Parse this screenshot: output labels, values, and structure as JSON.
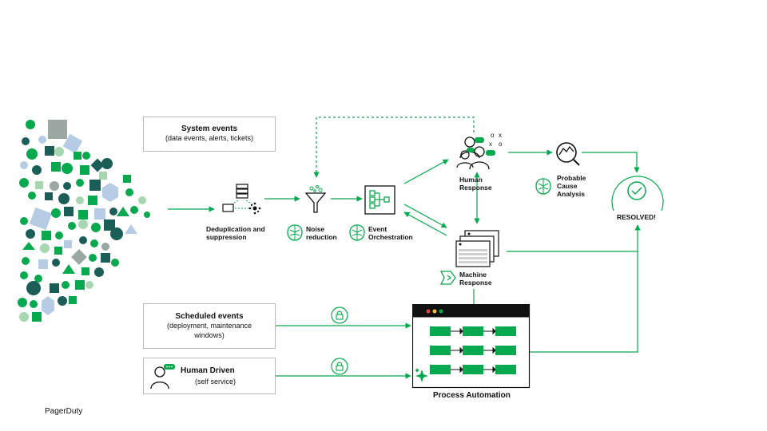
{
  "system_events": {
    "title": "System events",
    "subtitle": "(data events, alerts, tickets)"
  },
  "scheduled_events": {
    "title": "Scheduled events",
    "subtitle_line1": "(deployment, maintenance",
    "subtitle_line2": "windows)"
  },
  "human_driven": {
    "title": "Human Driven",
    "subtitle": "(self service)"
  },
  "steps": {
    "dedup_line1": "Deduplication and",
    "dedup_line2": "suppression",
    "noise_line1": "Noise",
    "noise_line2": "reduction",
    "event_line1": "Event",
    "event_line2": "Orchestration",
    "human_line1": "Human",
    "human_line2": "Response",
    "machine_line1": "Machine",
    "machine_line2": "Response",
    "probable_line1": "Probable",
    "probable_line2": "Cause",
    "probable_line3": "Analysis",
    "resolved": "RESOLVED!",
    "process_automation": "Process Automation"
  },
  "brand": "PagerDuty",
  "colors": {
    "accent": "#06a94d",
    "dark_teal": "#1b5e58",
    "light_blue": "#b5cce4",
    "light_green": "#a6d7b0",
    "gray": "#9aa7a2"
  }
}
